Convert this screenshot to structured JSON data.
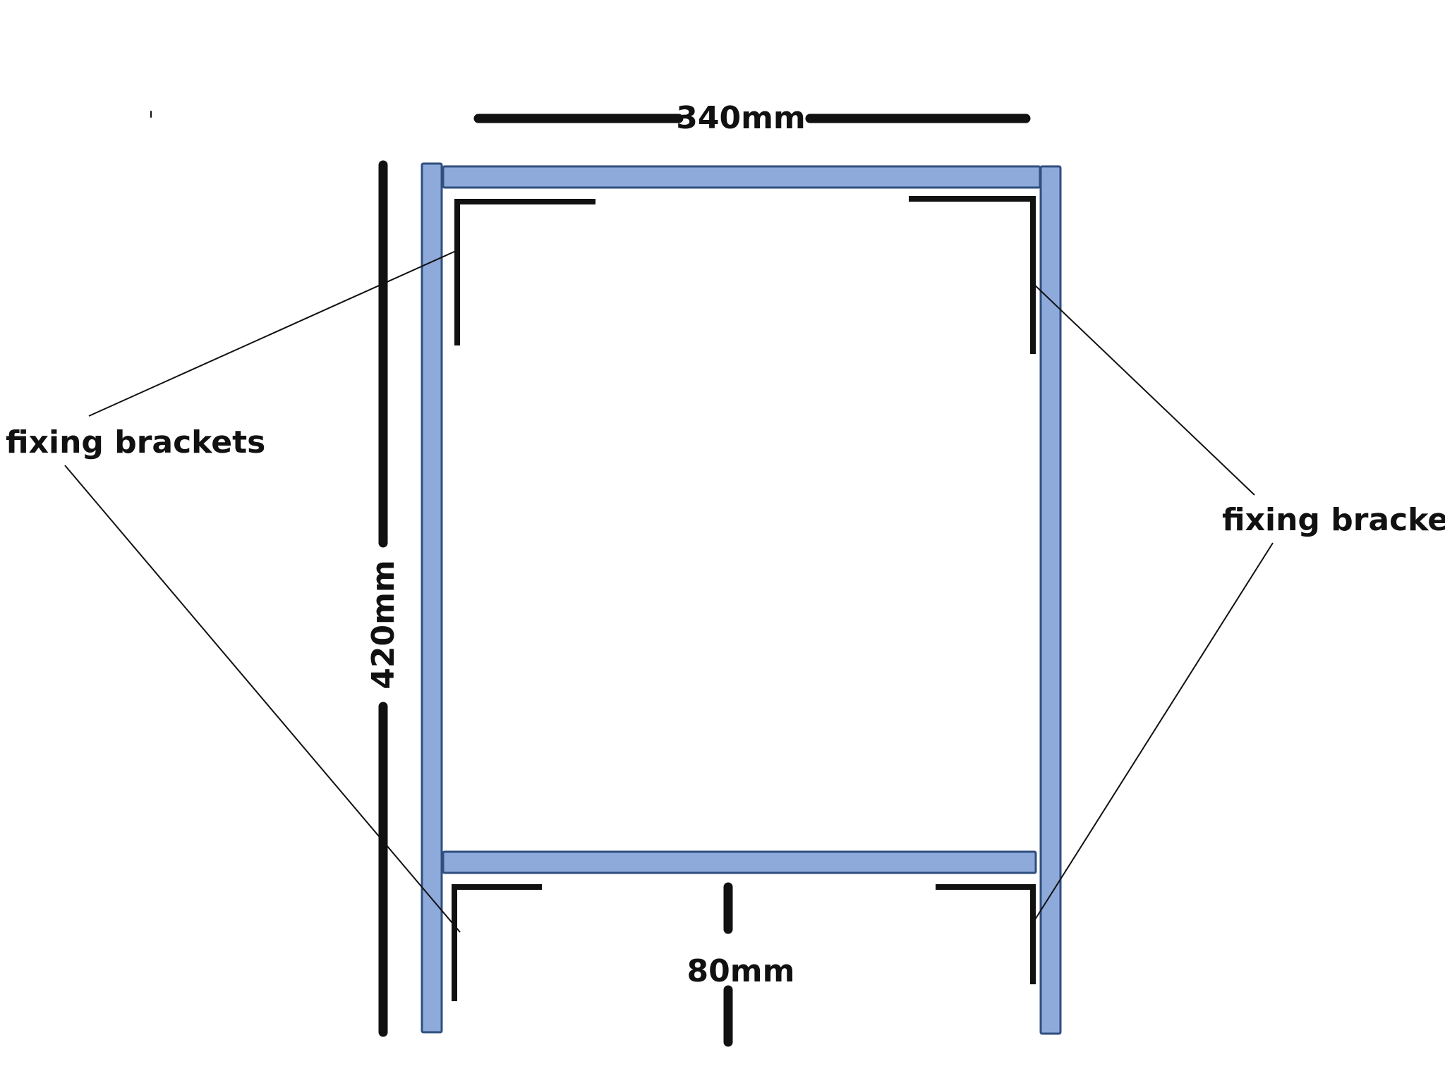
{
  "diagram": {
    "dimensions": {
      "width": "340mm",
      "height": "420mm",
      "bottom_gap": "80mm"
    },
    "callouts": {
      "left": "fixing brackets",
      "right": "fixing brackets"
    },
    "colors": {
      "board_fill": "#8eaadb",
      "board_stroke": "#2f4f7f",
      "bracket": "#111111",
      "dimension_line": "#111111",
      "leader_line": "#111111",
      "background": "#ffffff"
    }
  }
}
